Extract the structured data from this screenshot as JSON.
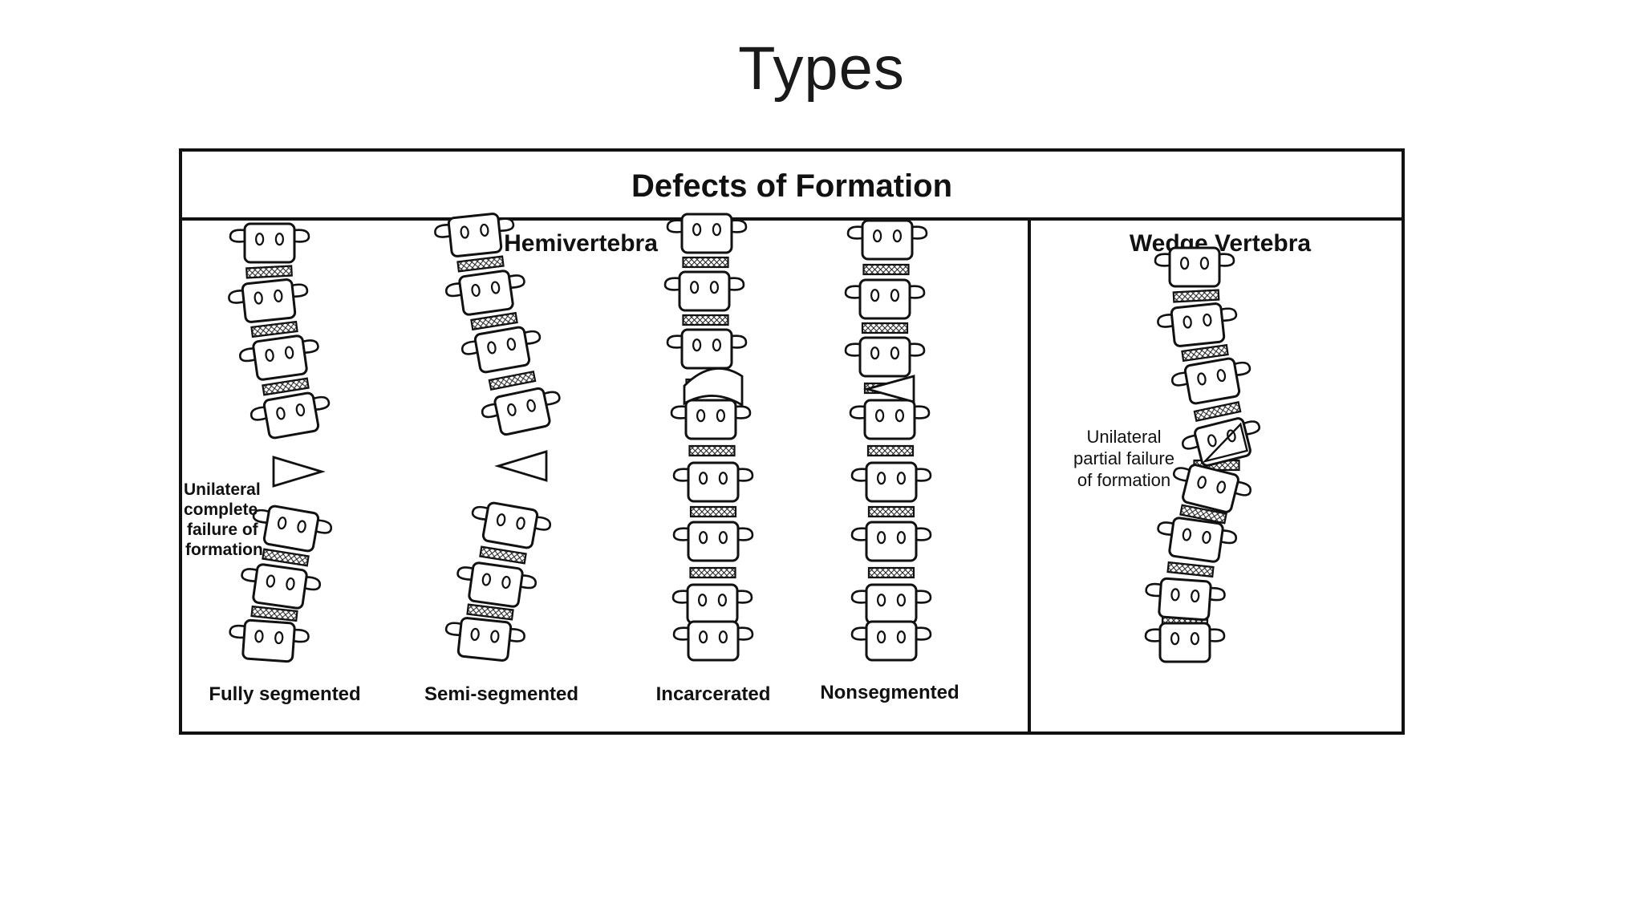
{
  "slide": {
    "title": "Types"
  },
  "figure": {
    "header": "Defects of Formation",
    "hemivertebra": {
      "heading": "Hemivertebra",
      "types": [
        {
          "name": "Fully segmented"
        },
        {
          "name": "Semi-segmented"
        },
        {
          "name": "Incarcerated"
        },
        {
          "name": "Nonsegmented"
        }
      ],
      "annotation": [
        "Unilateral",
        "complete",
        "failure of",
        "formation"
      ]
    },
    "wedge_vertebra": {
      "heading": "Wedge Vertebra",
      "annotation": [
        "Unilateral",
        "partial failure",
        "of formation"
      ]
    }
  }
}
